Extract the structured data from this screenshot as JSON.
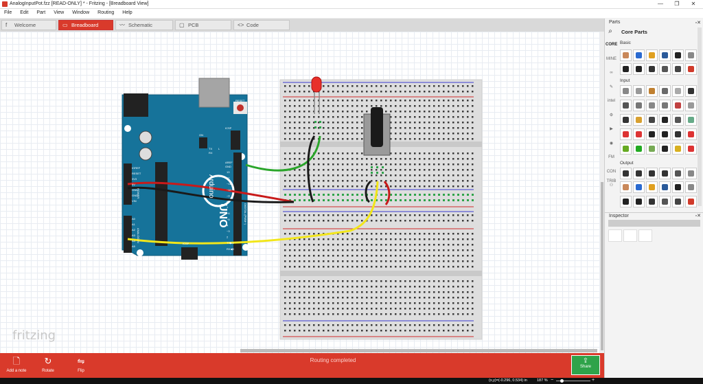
{
  "window": {
    "title": "AnalogInputPot.fzz [READ-ONLY] * - Fritzing - [Breadboard View]",
    "controls": [
      "—",
      "❐",
      "✕"
    ]
  },
  "menu": [
    "File",
    "Edit",
    "Part",
    "View",
    "Window",
    "Routing",
    "Help"
  ],
  "tabs": [
    {
      "label": "Welcome",
      "icon": "f",
      "active": false
    },
    {
      "label": "Breadboard",
      "icon": "▭",
      "active": true
    },
    {
      "label": "Schematic",
      "icon": "〰",
      "active": false
    },
    {
      "label": "PCB",
      "icon": "▢",
      "active": false
    },
    {
      "label": "Code",
      "icon": "<>",
      "active": false
    }
  ],
  "canvas": {
    "watermark": "fritzing",
    "arduino_labels": {
      "board": "UNO",
      "brand": "Arduino",
      "icsp": "ICSP",
      "icsp2": "ICSP",
      "reset": "RESET",
      "tx": "TX",
      "rx": "RX",
      "l": "L",
      "on": "ON",
      "aref": "AREF",
      "gnd": "GND",
      "digital": "DIGITAL (PWM~)",
      "power": "POWER",
      "analog": "ANALOG IN",
      "ioref": "IOREF",
      "pins_left": [
        "IOREF",
        "RESET",
        "3V3",
        "5V",
        "GND",
        "GND",
        "VIN"
      ],
      "pins_analog": [
        "A0",
        "A1",
        "A2",
        "A3",
        "A4",
        "A5"
      ],
      "pins_digital": [
        "13",
        "12",
        "~11",
        "~10",
        "~9",
        "8",
        "7",
        "~6",
        "~5",
        "4",
        "~3",
        "2",
        "TX▶1",
        "RX◀0"
      ]
    }
  },
  "bottombar": {
    "buttons": [
      {
        "label": "Add a note",
        "icon": "🗋"
      },
      {
        "label": "Rotate",
        "icon": "↻"
      },
      {
        "label": "Flip",
        "icon": "⇋"
      }
    ],
    "status": "Routing completed",
    "share_label": "Share",
    "share_icon": "⇪"
  },
  "statusbar": {
    "coords": "(x,y)=(-0.296, 0.534) in",
    "zoom": "187 %",
    "zoom_level": 0.15
  },
  "parts_panel": {
    "title": "Parts",
    "header": "Core Parts",
    "bins": [
      "CORE",
      "MINE",
      "∞",
      "✎",
      "intel",
      "⚙",
      "▶",
      "◉",
      "FM",
      "CON TRIB",
      "⚇"
    ],
    "sections": [
      "Basic",
      "Input",
      "Output"
    ]
  },
  "inspector": {
    "title": "Inspector"
  },
  "colors": {
    "accent": "#d93a2b",
    "share": "#2ea34a",
    "arduino": "#16739a",
    "wire_green": "#2aa52a",
    "wire_yellow": "#f2e61a",
    "wire_red": "#c81a1a"
  }
}
